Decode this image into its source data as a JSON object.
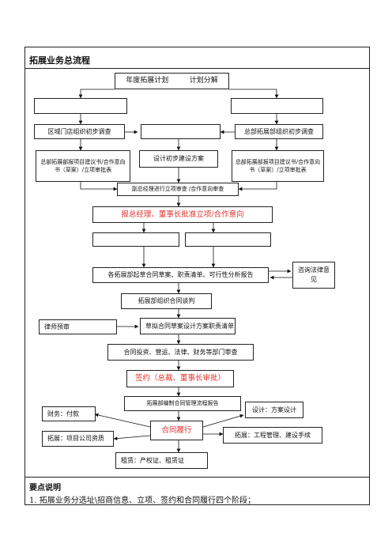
{
  "title": "拓展业务总流程",
  "notes": {
    "heading": "要点说明",
    "items": [
      "1.    拓展业务分选址\\招商信息、立项、签约和合同履行四个阶段；"
    ]
  },
  "nodes": {
    "plan": {
      "left": "年度拓展计划",
      "right": "计划分解"
    },
    "blank_left": "",
    "blank_right": "",
    "blank_center": "",
    "regional_survey": "区域门店组织初步调查",
    "hq_survey": "总部拓展部组织初步调查",
    "report_left": "总部拓展部报项目建议书/合作意向书（草案）/立项审批表",
    "design_plan": "设计初步建设方案",
    "report_right": "总部拓展部报项目建议书/合作意向书（草案）/立项审批表",
    "vp_review": "副总经理进行立项审查 /合作意向审查",
    "approval": "报总经理、董事长批准立项/合作意向",
    "blank_split_left": "",
    "blank_split_right": "",
    "draft_contract": "各拓展部起草合同草案、职责清单、可行性分析报告",
    "legal_consult": "咨询法律意　　见",
    "negotiation": "拓展部组织合同谈判",
    "lawyer_review": "律师预审",
    "draft_design": "草拟合同草案设计方案职责清单",
    "dept_review": "合同投资、营运、法律、财务等部门审查",
    "signing": "签约（总裁、董事长审批）",
    "mgmt_report": "拓展部编制合同管理流程报告",
    "design_side": "设计：方案设计",
    "finance": "财务：付款",
    "performance": "合同履行",
    "project_docs": "拓展：项目公司资质",
    "engineering": "拓展：工程管理、建设手续",
    "leasing": "租赁：产权证、租赁证"
  }
}
